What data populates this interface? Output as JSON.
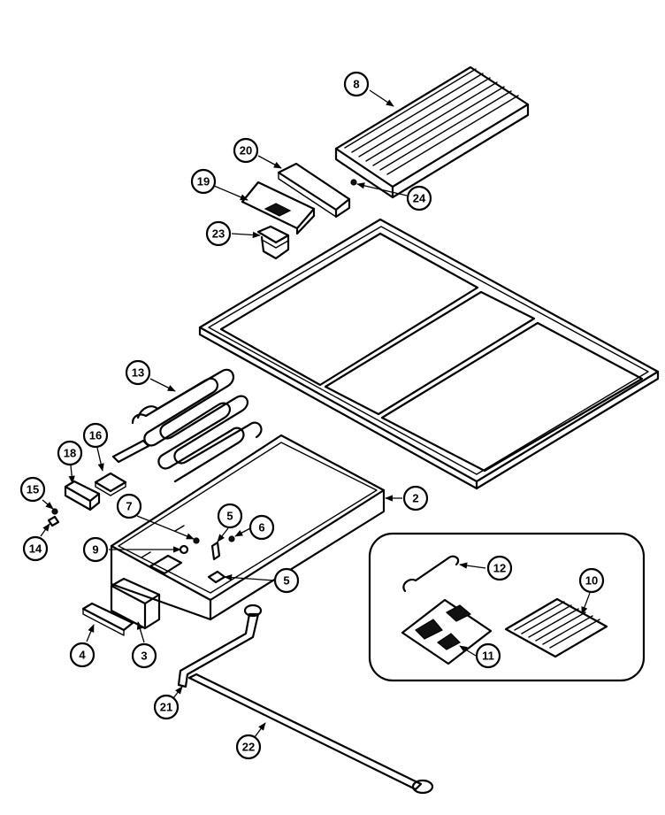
{
  "callouts": {
    "c2": "2",
    "c3": "3",
    "c4": "4",
    "c5a": "5",
    "c5b": "5",
    "c6": "6",
    "c7": "7",
    "c8": "8",
    "c9": "9",
    "c10": "10",
    "c11": "11",
    "c12": "12",
    "c13": "13",
    "c14": "14",
    "c15": "15",
    "c16": "16",
    "c18": "18",
    "c19": "19",
    "c20": "20",
    "c21": "21",
    "c22": "22",
    "c23": "23",
    "c24": "24"
  }
}
